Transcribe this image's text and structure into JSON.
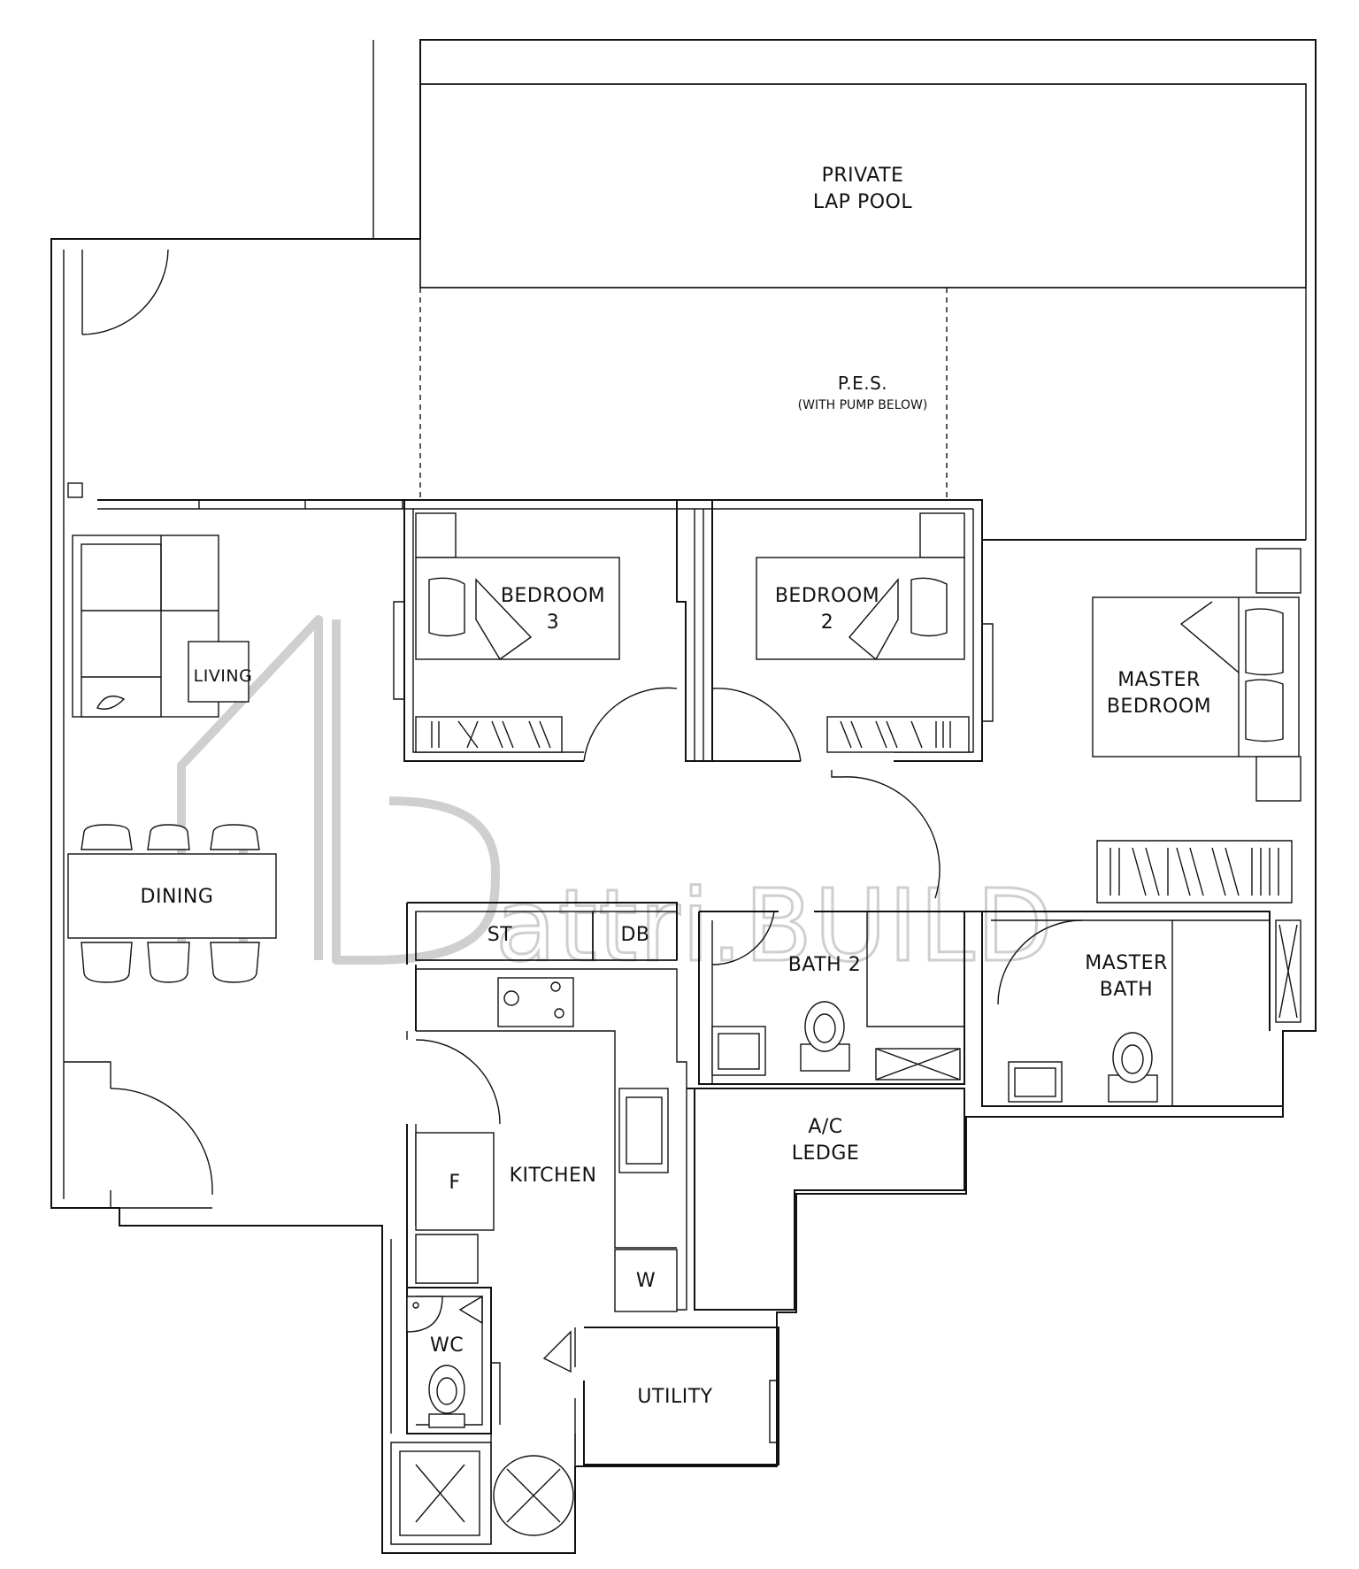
{
  "labels": {
    "private_lap_pool": [
      "PRIVATE",
      "LAP POOL"
    ],
    "pes": "P.E.S.",
    "pes_note": "(WITH PUMP BELOW)",
    "bedroom3": [
      "BEDROOM",
      "3"
    ],
    "bedroom2": [
      "BEDROOM",
      "2"
    ],
    "master_bedroom": [
      "MASTER",
      "BEDROOM"
    ],
    "living": "LIVING",
    "dining": "DINING",
    "st": "ST",
    "db": "DB",
    "bath2": "BATH 2",
    "master_bath": [
      "MASTER",
      "BATH"
    ],
    "ac_ledge": [
      "A/C",
      "LEDGE"
    ],
    "kitchen": "KITCHEN",
    "fridge": "F",
    "washer": "W",
    "wc": "WC",
    "utility": "UTILITY"
  },
  "watermark": {
    "text": "attri.BUILD"
  }
}
